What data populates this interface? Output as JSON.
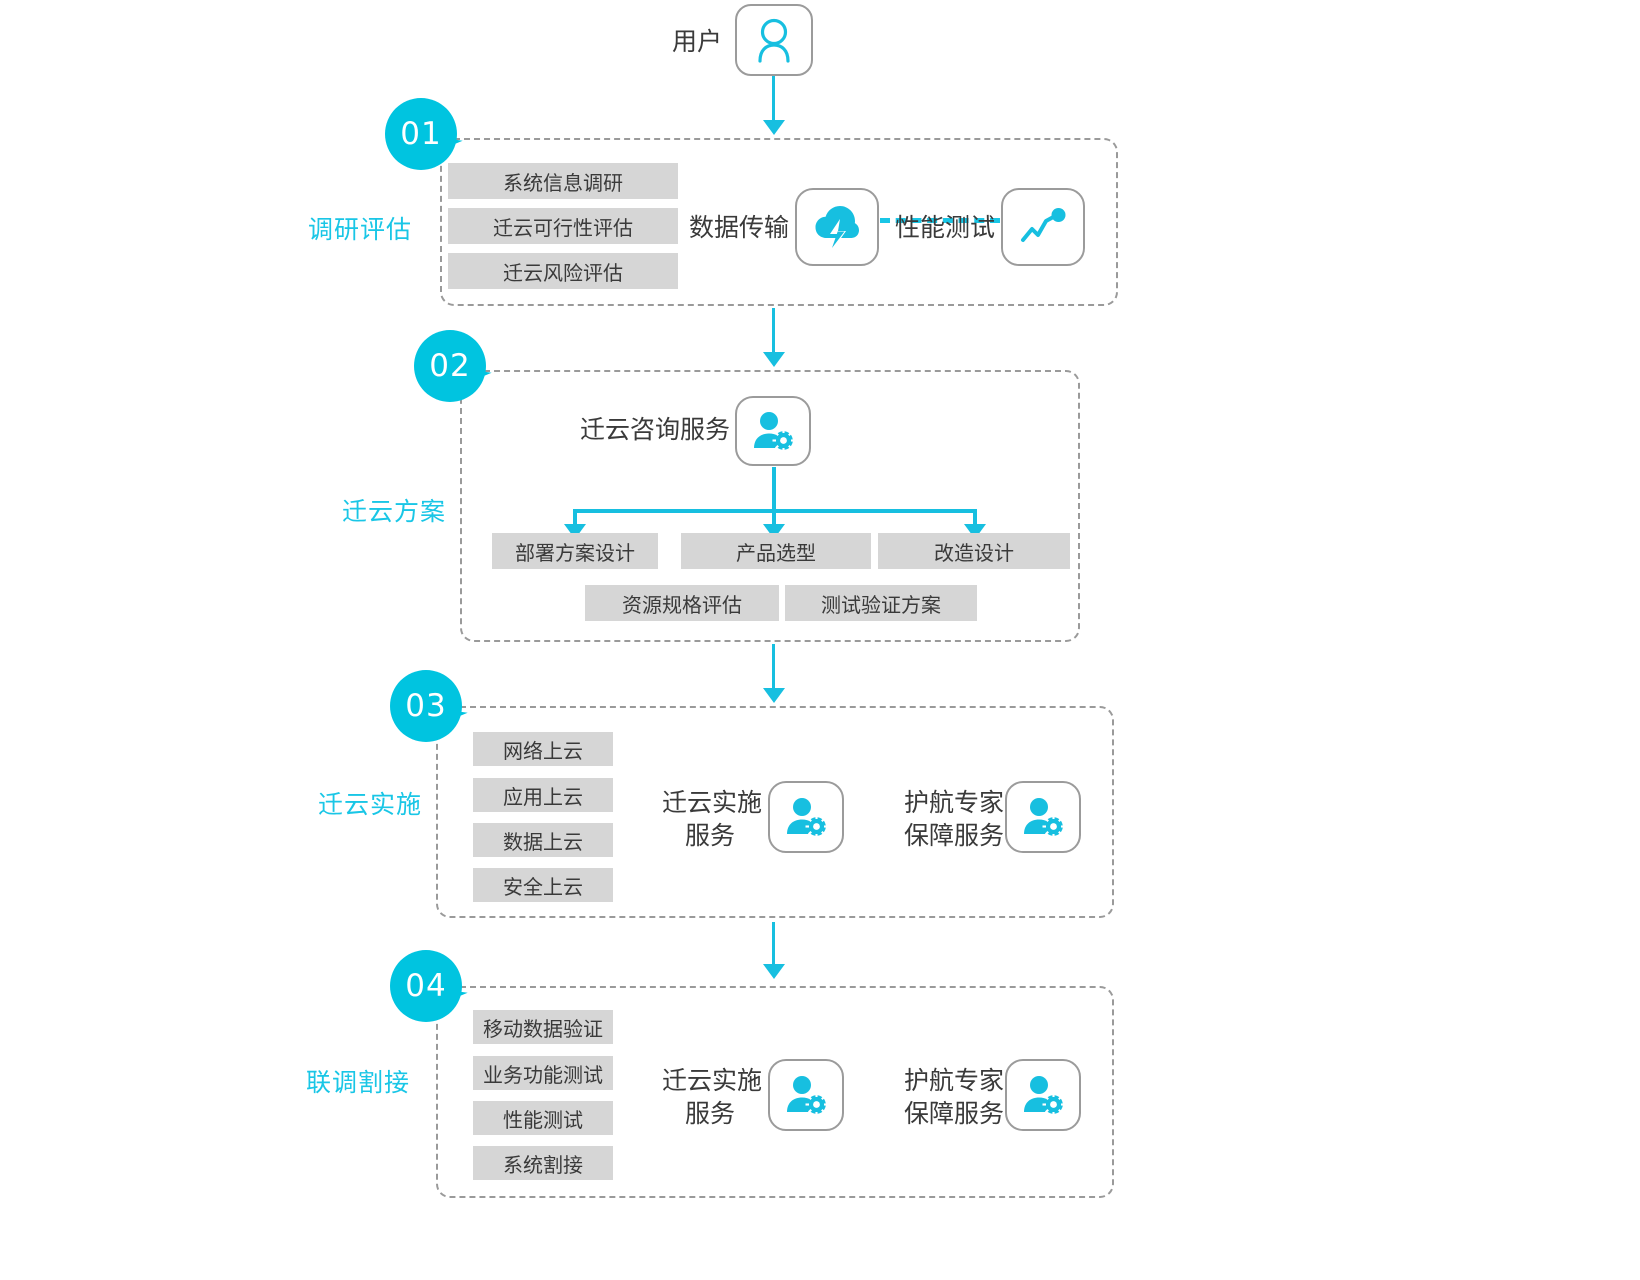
{
  "top": {
    "user_label": "用户",
    "user_icon": "user-icon"
  },
  "stages": [
    {
      "number": "01",
      "name": "调研评估",
      "items": [
        "系统信息调研",
        "迁云可行性评估",
        "迁云风险评估"
      ],
      "services": [
        {
          "label": "数据传输",
          "icon": "cloud-bolt-icon"
        },
        {
          "label": "性能测试",
          "icon": "trend-line-icon"
        }
      ]
    },
    {
      "number": "02",
      "name": "迁云方案",
      "consult": {
        "label": "迁云咨询服务",
        "icon": "person-gear-icon"
      },
      "items_row1": [
        "部署方案设计",
        "产品选型",
        "改造设计"
      ],
      "items_row2": [
        "资源规格评估",
        "测试验证方案"
      ]
    },
    {
      "number": "03",
      "name": "迁云实施",
      "items": [
        "网络上云",
        "应用上云",
        "数据上云",
        "安全上云"
      ],
      "services": [
        {
          "label": "迁云实施\n服务",
          "line1": "迁云实施",
          "line2": "服务",
          "icon": "person-gear-icon"
        },
        {
          "label": "护航专家\n保障服务",
          "line1": "护航专家",
          "line2": "保障服务",
          "icon": "person-gear-icon"
        }
      ]
    },
    {
      "number": "04",
      "name": "联调割接",
      "items": [
        "移动数据验证",
        "业务功能测试",
        "性能测试",
        "系统割接"
      ],
      "services": [
        {
          "line1": "迁云实施",
          "line2": "服务",
          "icon": "person-gear-icon"
        },
        {
          "line1": "护航专家",
          "line2": "保障服务",
          "icon": "person-gear-icon"
        }
      ]
    }
  ],
  "colors": {
    "accent": "#00c4e0",
    "accent_line": "#17bfe0",
    "chip_bg": "#d6d6d6",
    "dashed_border": "#9a9a9a",
    "tile_border": "#9b9b9b",
    "text": "#3a3a3a"
  }
}
